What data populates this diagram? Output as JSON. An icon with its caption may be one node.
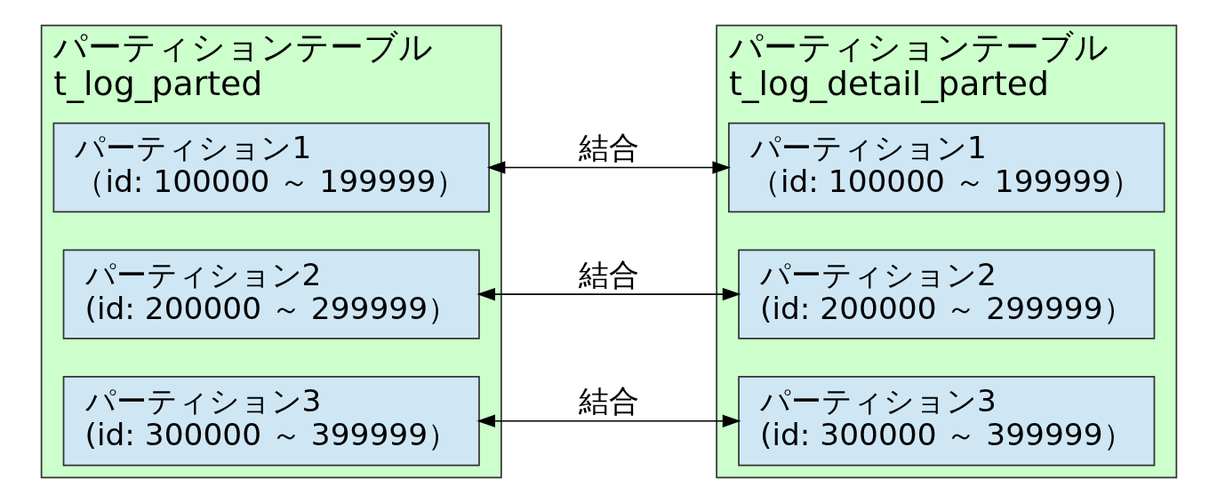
{
  "diagram": {
    "nodes": [
      {
        "text": [
          "パーティションテーブル",
          "t_log_parted"
        ]
      },
      {
        "text": [
          "パーティション1",
          "（id: 100000 ～ 199999）"
        ],
        "in": 0
      },
      {
        "text": [
          "パーティション2",
          "(id: 200000 ～ 299999）"
        ],
        "in": 0
      },
      {
        "text": [
          "パーティション3",
          "(id: 300000 ～ 399999）"
        ],
        "in": 0
      },
      {
        "text": [
          "パーティションテーブル",
          "t_log_detail_parted"
        ]
      },
      {
        "text": [
          "パーティション1",
          "（id: 100000 ～ 199999）"
        ],
        "in": 4
      },
      {
        "text": [
          "パーティション2",
          "(id: 200000 ～ 299999）"
        ],
        "in": 4
      },
      {
        "text": [
          "パーティション3",
          "(id: 300000 ～ 399999）"
        ],
        "in": 4
      }
    ],
    "edges": [
      {
        "from": 1,
        "to": 5,
        "arrow": "both",
        "label": "結合"
      },
      {
        "from": 2,
        "to": 6,
        "arrow": "both",
        "label": "結合"
      },
      {
        "from": 3,
        "to": 7,
        "arrow": "both",
        "label": "結合"
      }
    ]
  }
}
